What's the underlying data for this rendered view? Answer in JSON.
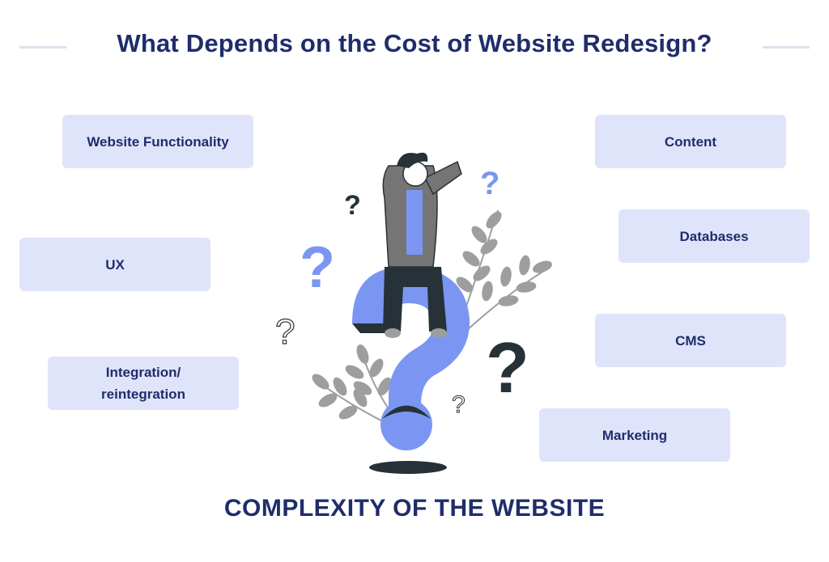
{
  "title": "What Depends on the Cost of Website Redesign?",
  "left_factors": [
    {
      "label": "Website Functionality"
    },
    {
      "label": "UX"
    },
    {
      "label": "Integration/\nreintegration"
    }
  ],
  "right_factors": [
    {
      "label": "Content"
    },
    {
      "label": "Databases"
    },
    {
      "label": "CMS"
    },
    {
      "label": "Marketing"
    }
  ],
  "footer": "COMPLEXITY OF THE WEBSITE",
  "illustration": {
    "description": "thinking-man-sitting-on-question-mark",
    "colors": {
      "accent": "#7b96f2",
      "dark": "#263238",
      "leaf": "#9e9e9e",
      "box": "#dfe4fb",
      "text": "#1f2d6b"
    }
  }
}
